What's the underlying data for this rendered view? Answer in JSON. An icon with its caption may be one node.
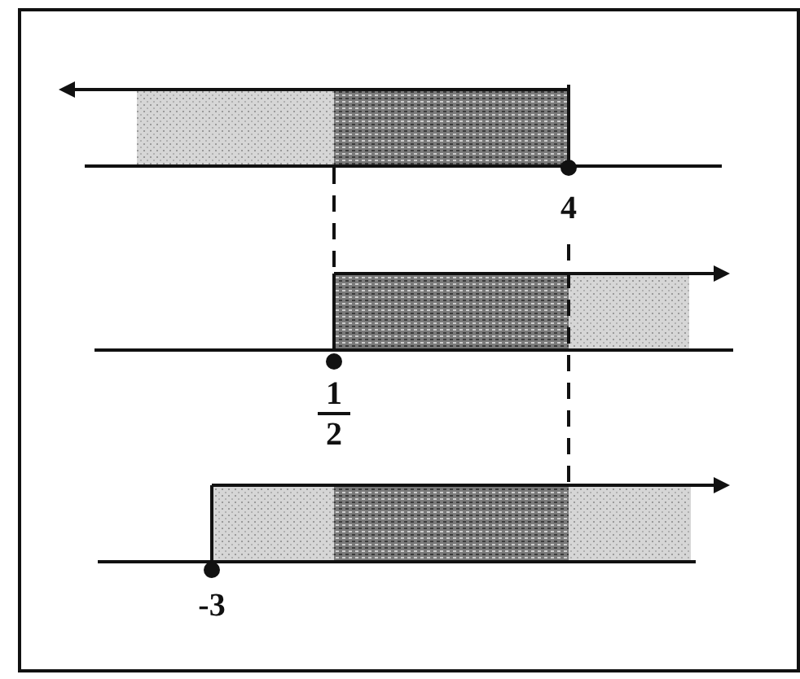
{
  "diagram": {
    "labels": [
      "4",
      "1",
      "2",
      "-3"
    ]
  }
}
